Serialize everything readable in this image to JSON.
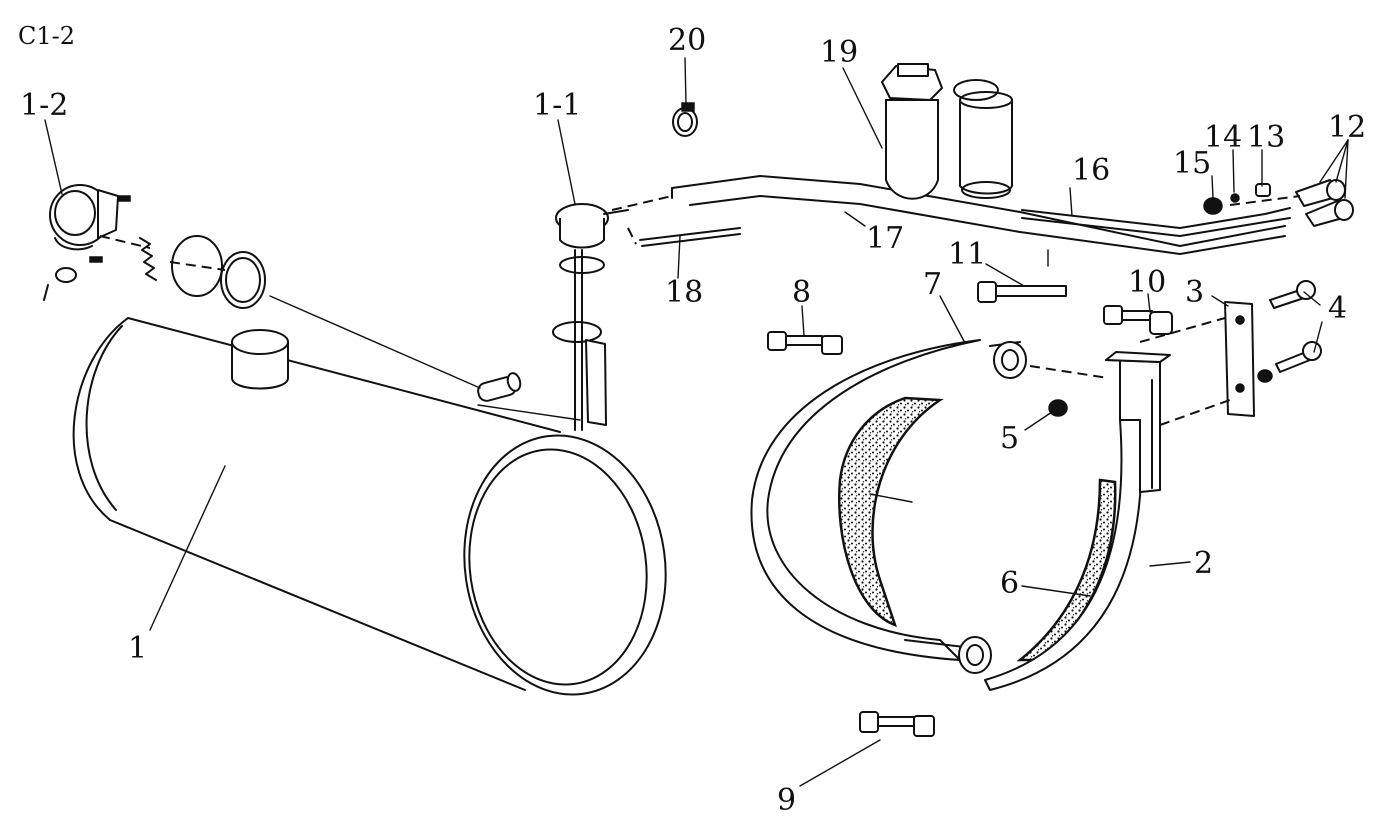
{
  "sheet_code": "C1-2",
  "callouts": {
    "c1": "1",
    "c1_1": "1-1",
    "c1_2": "1-2",
    "c2": "2",
    "c3": "3",
    "c4": "4",
    "c5": "5",
    "c6": "6",
    "c7": "7",
    "c8": "8",
    "c9": "9",
    "c10": "10",
    "c11": "11",
    "c12": "12",
    "c13": "13",
    "c14": "14",
    "c15": "15",
    "c16": "16",
    "c17": "17",
    "c18": "18",
    "c19": "19",
    "c20": "20"
  }
}
